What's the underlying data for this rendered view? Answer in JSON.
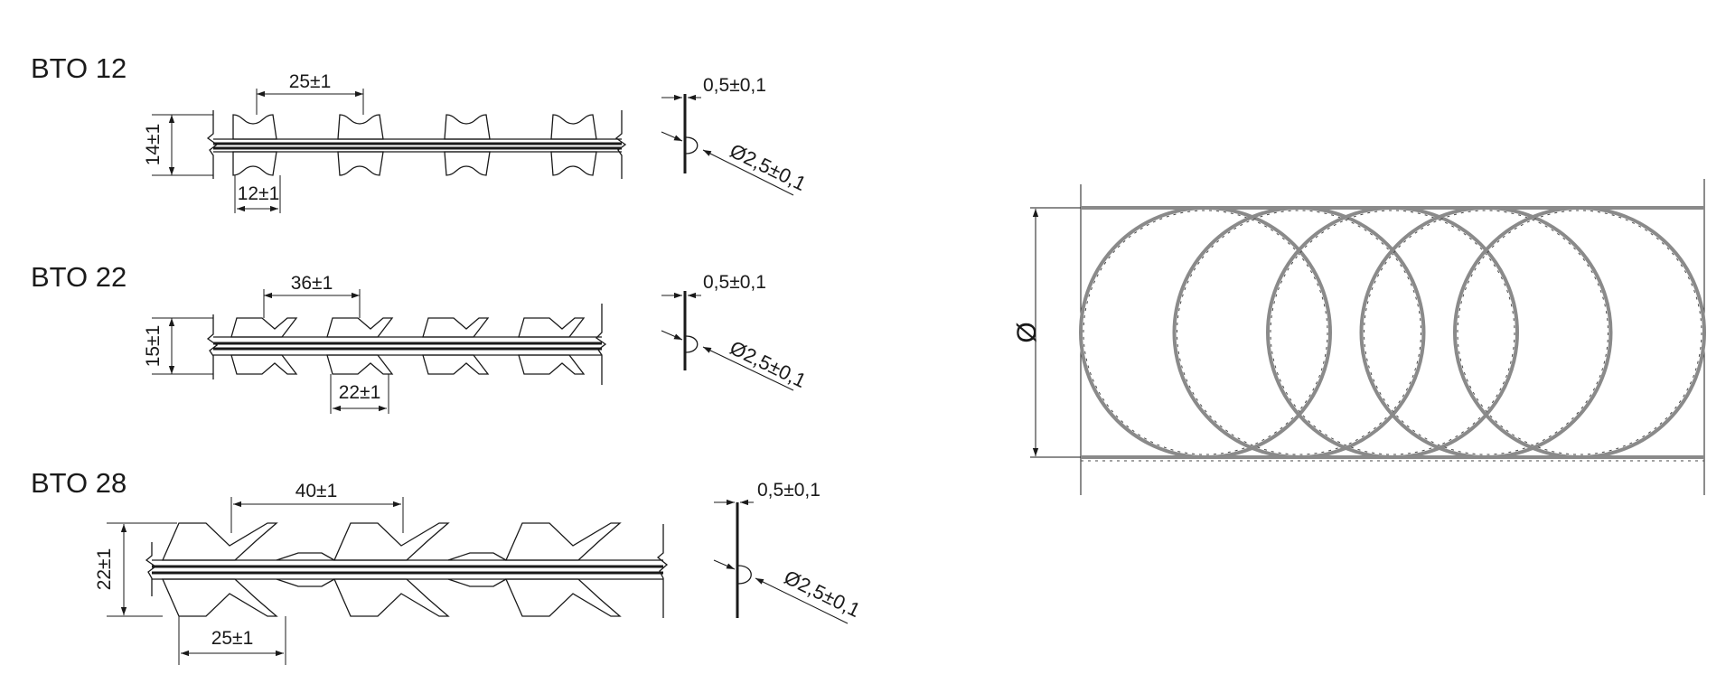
{
  "tapes": [
    {
      "name": "BTO 12",
      "pitch": "25±1",
      "height": "14±1",
      "barb": "12±1",
      "thickness": "0,5±0,1",
      "wire": "Ø2,5±0,1"
    },
    {
      "name": "BTO 22",
      "pitch": "36±1",
      "height": "15±1",
      "barb": "22±1",
      "thickness": "0,5±0,1",
      "wire": "Ø2,5±0,1"
    },
    {
      "name": "BTO 28",
      "pitch": "40±1",
      "height": "22±1",
      "barb": "25±1",
      "thickness": "0,5±0,1",
      "wire": "Ø2,5±0,1"
    }
  ],
  "coil": {
    "diameter_label": "Ø",
    "loops": 5
  }
}
